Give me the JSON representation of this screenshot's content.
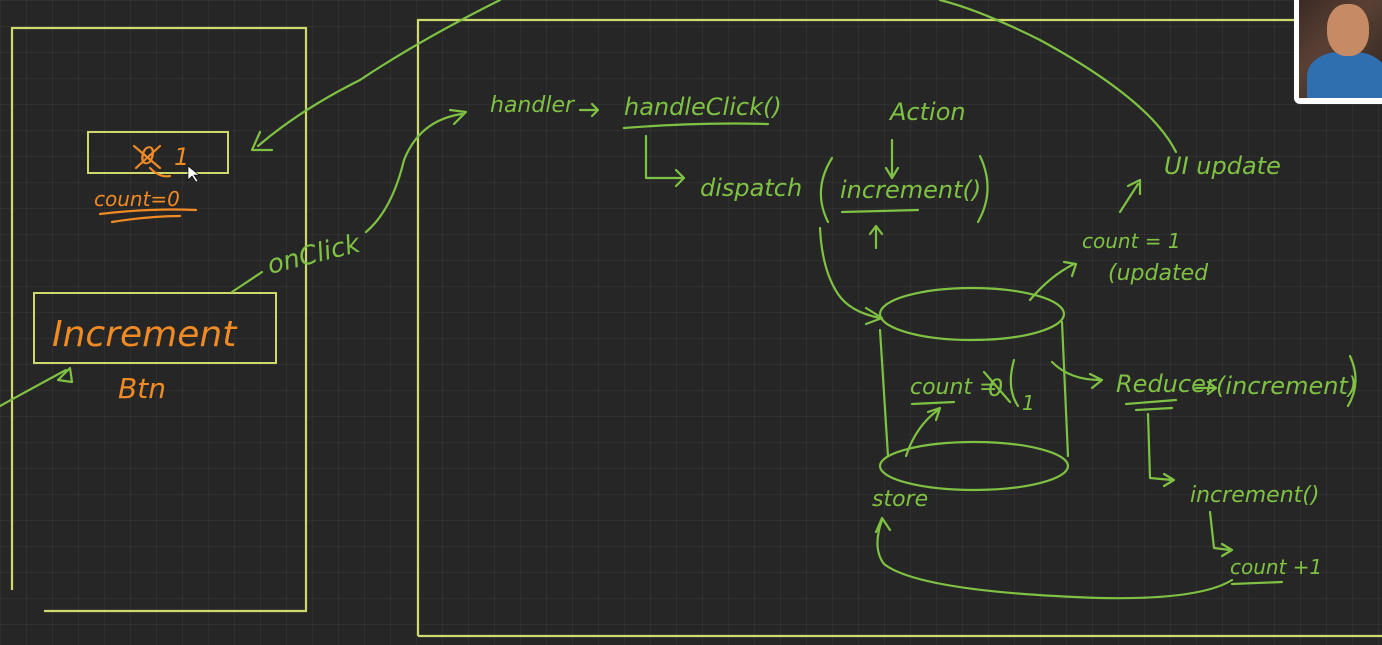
{
  "colors": {
    "background": "#262626",
    "frame": "#cfd86a",
    "green_ink": "#7fc243",
    "orange_ink": "#f08a24"
  },
  "left_panel": {
    "display_value": "1",
    "display_old_value": "0",
    "count_label": "count=0",
    "button_label": "Increment",
    "button_caption": "Btn"
  },
  "labels": {
    "onclick": "onClick",
    "handler": "handler",
    "handle_click": "handleClick()",
    "action": "Action",
    "dispatch": "dispatch",
    "increment_action": "increment()",
    "ui_update": "UI update",
    "count_updated": "count = 1",
    "updated": "(updated",
    "store_count": "count =",
    "store_old_value": "0",
    "store_new_value": "1",
    "store": "store",
    "reducer": "Reducer",
    "reducer_increment": "(increment)",
    "increment_fn": "increment()",
    "count_plus": "count +1"
  },
  "webcam": {
    "icon": "presenter-webcam"
  }
}
